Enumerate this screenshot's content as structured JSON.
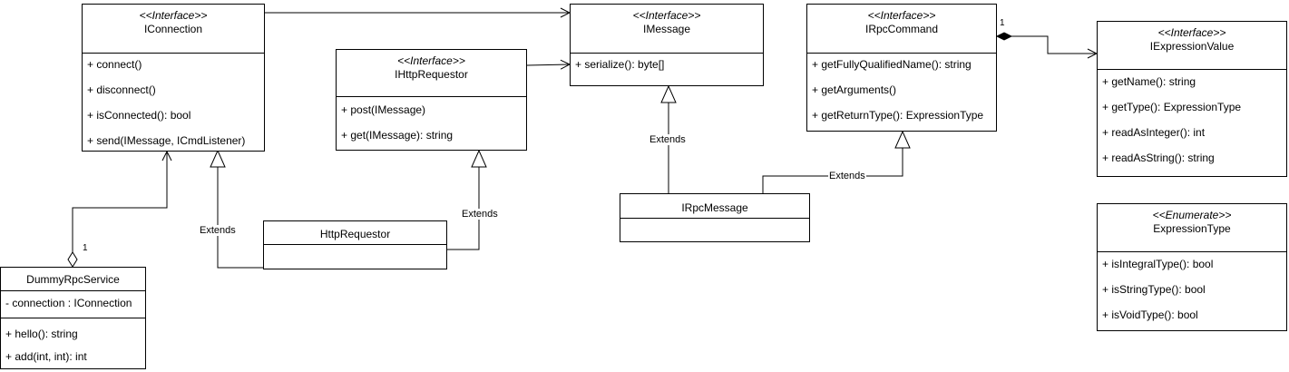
{
  "classes": {
    "iconnection": {
      "stereotype": "<<Interface>>",
      "name": "IConnection",
      "methods": [
        "+ connect()",
        "+ disconnect()",
        "+ isConnected(): bool",
        "+ send(IMessage, ICmdListener)"
      ]
    },
    "imessage": {
      "stereotype": "<<Interface>>",
      "name": "IMessage",
      "methods": [
        "+ serialize(): byte[]"
      ]
    },
    "ihttprequestor": {
      "stereotype": "<<Interface>>",
      "name": "IHttpRequestor",
      "methods": [
        "+ post(IMessage)",
        "+ get(IMessage): string"
      ]
    },
    "irpccommand": {
      "stereotype": "<<Interface>>",
      "name": "IRpcCommand",
      "methods": [
        "+ getFullyQualifiedName(): string",
        "+ getArguments()",
        "+ getReturnType(): ExpressionType"
      ]
    },
    "iexpressionvalue": {
      "stereotype": "<<Interface>>",
      "name": "IExpressionValue",
      "methods": [
        "+ getName(): string",
        "+ getType(): ExpressionType",
        "+ readAsInteger(): int",
        "+ readAsString(): string"
      ]
    },
    "expressiontype": {
      "stereotype": "<<Enumerate>>",
      "name": "ExpressionType",
      "methods": [
        "+ isIntegralType(): bool",
        "+ isStringType(): bool",
        "+ isVoidType(): bool"
      ]
    },
    "httprequestor": {
      "name": "HttpRequestor"
    },
    "irpcmessage": {
      "name": "IRpcMessage"
    },
    "dummyrpcservice": {
      "name": "DummyRpcService",
      "attributes": [
        "- connection : IConnection"
      ],
      "methods": [
        "+ hello(): string",
        "+ add(int, int): int"
      ]
    }
  },
  "relations": {
    "extends_label": "Extends",
    "multiplicity_one": "1"
  }
}
